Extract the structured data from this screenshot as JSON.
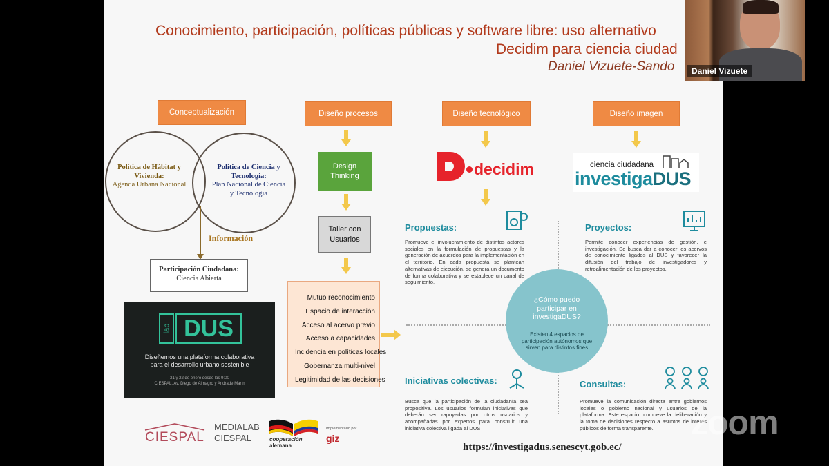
{
  "slide": {
    "title_line1": "Conocimiento, participación, políticas públicas y software libre: uso alternativo",
    "title_line2": "Decidim para ciencia ciudad",
    "author": "Daniel Vizuete-Sando",
    "headers": {
      "conceptualizacion": "Conceptualización",
      "diseno_procesos": "Diseño procesos",
      "diseno_tecnologico": "Diseño tecnológico",
      "diseno_imagen": "Diseño imagen"
    },
    "venn": {
      "left_title": "Política de Hábitat y Vivienda:",
      "left_sub": "Agenda Urbana Nacional",
      "right_title": "Política de Ciencia y Tecnología:",
      "right_sub": "Plan Nacional de Ciencia y Tecnología",
      "arrow_label": "Información",
      "result_title": "Participación Ciudadana:",
      "result_sub": "Ciencia Abierta"
    },
    "labdus": {
      "lab": "lab",
      "dus": "DUS",
      "tagline1": "Diseñemos una plataforma colaborativa",
      "tagline2": "para el desarrollo urbano sostenible",
      "date": "21 y 22 de enero desde las 9:00",
      "place": "CIESPAL, Av. Diego de Almagro y Andrade Marín"
    },
    "process": {
      "design_thinking": "Design Thinking",
      "taller": "Taller con Usuarios",
      "list": [
        "Mutuo reconocimiento",
        "Espacio de interacción",
        "Acceso al acervo previo",
        "Acceso a capacidades",
        "Incidencia en políticas locales",
        "Gobernanza multi-nivel",
        "Legitimidad de las decisiones"
      ]
    },
    "decidim": {
      "logo_text": "decidim"
    },
    "investigadus": {
      "top": "ciencia ciudadana",
      "main_a": "investiga",
      "main_b": "DUS"
    },
    "center": {
      "question": "¿Cómo puedo participar en investigaDUS?",
      "answer": "Existen 4 espacios de participación autónomos que sirven para distintos fines"
    },
    "sections": {
      "propuestas": {
        "title": "Propuestas:",
        "text": "Promueve el involucramiento de distintos actores sociales en la formulación de propuestas y la generación de acuerdos para la implementación en el territorio. En cada propuesta se plantean alternativas de ejecución, se genera un documento de forma colaborativa y se establece un canal de seguimiento."
      },
      "proyectos": {
        "title": "Proyectos:",
        "text": "Permite conocer experiencias de gestión, e investigación. Se busca dar a conocer los acervos de conocimiento ligados al DUS y favorecer la difusión del trabajo de investigadores y retroalimentación de los proyectos,"
      },
      "iniciativas": {
        "title": "Iniciativas colectivas:",
        "text": "Busca que la participación de la ciudadanía sea propositiva. Los usuarios formulan iniciativas que deberán ser rapoyadas por otros usuarios y acompañadas por expertos para construir una iniciativa colectiva ligada al DUS"
      },
      "consultas": {
        "title": "Consultas:",
        "text": "Promueve la comunicación directa entre gobiernos locales o gobierno nacional y usuarios de la plataforma. Este espacio promueve la deliberación y la toma de decisiones respecto a asuntos de interés públicos de forma transparente."
      }
    },
    "footer": {
      "ciespal": "CIESPAL",
      "medialab1": "MEDIALAB",
      "medialab2": "CIESPAL",
      "cooperacion1": "cooperación",
      "cooperacion2": "alemana",
      "giz": "giz",
      "implementado": "Implementado por",
      "url": "https://investigadus.senescyt.gob.ec/"
    }
  },
  "webcam": {
    "name": "Daniel Vizuete"
  },
  "zoom": {
    "watermark": "zoom"
  },
  "colors": {
    "orange": "#ef8a44",
    "green": "#5aa43c",
    "teal": "#1e8c9e",
    "title_red": "#b23a1c",
    "decidim_red": "#e6232b"
  }
}
